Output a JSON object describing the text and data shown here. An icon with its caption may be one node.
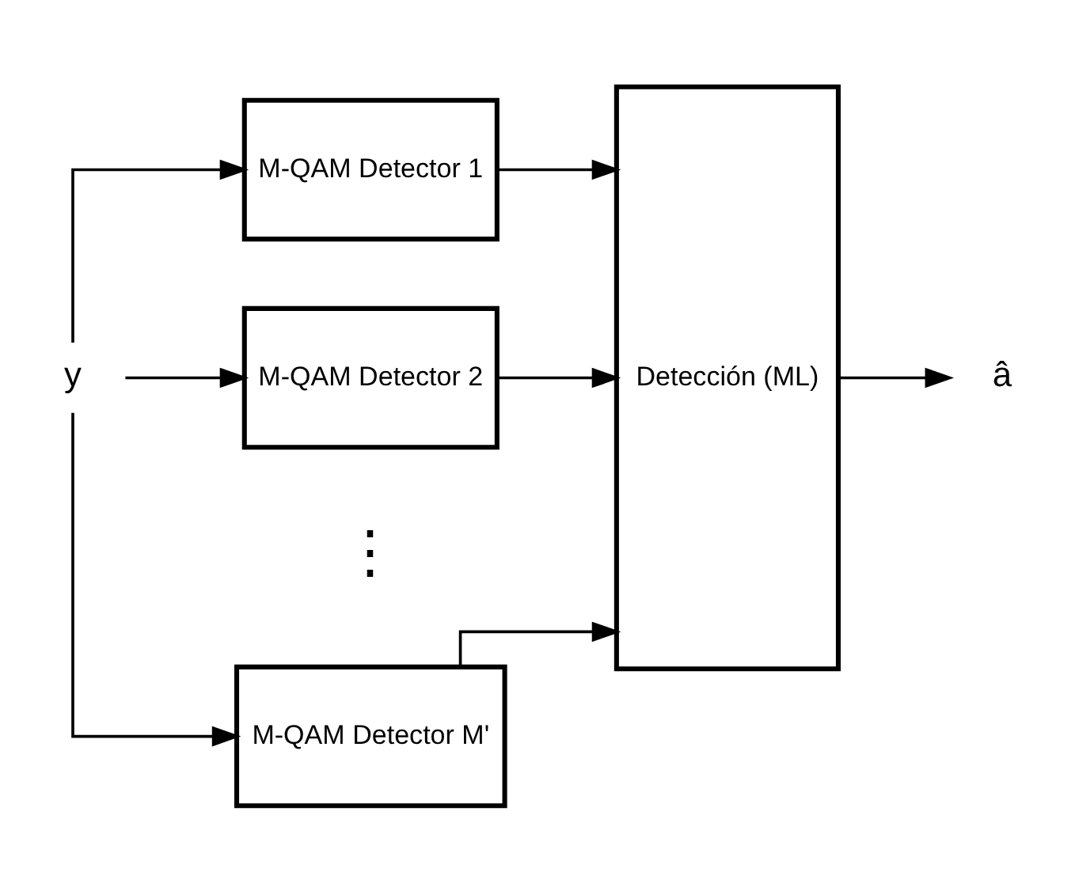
{
  "diagram": {
    "nodes": [
      {
        "text": [
          "y"
        ]
      },
      {
        "text": [
          "M-QAM Detector 1"
        ]
      },
      {
        "text": [
          "M-QAM Detector 2"
        ]
      },
      {
        "text": [
          "M-QAM Detector M'"
        ]
      },
      {
        "text": [
          "Detección (ML)"
        ]
      },
      {
        "text": [
          "â"
        ]
      }
    ],
    "edges": [
      {
        "from": 0,
        "to": 1,
        "arrow": "to"
      },
      {
        "from": 0,
        "to": 2,
        "arrow": "to"
      },
      {
        "from": 0,
        "to": 3,
        "arrow": "to"
      },
      {
        "from": 1,
        "to": 4,
        "arrow": "to"
      },
      {
        "from": 2,
        "to": 4,
        "arrow": "to"
      },
      {
        "from": 3,
        "to": 4,
        "arrow": "to"
      },
      {
        "from": 4,
        "to": 5,
        "arrow": "to"
      }
    ],
    "labels": [
      "⋮"
    ]
  }
}
